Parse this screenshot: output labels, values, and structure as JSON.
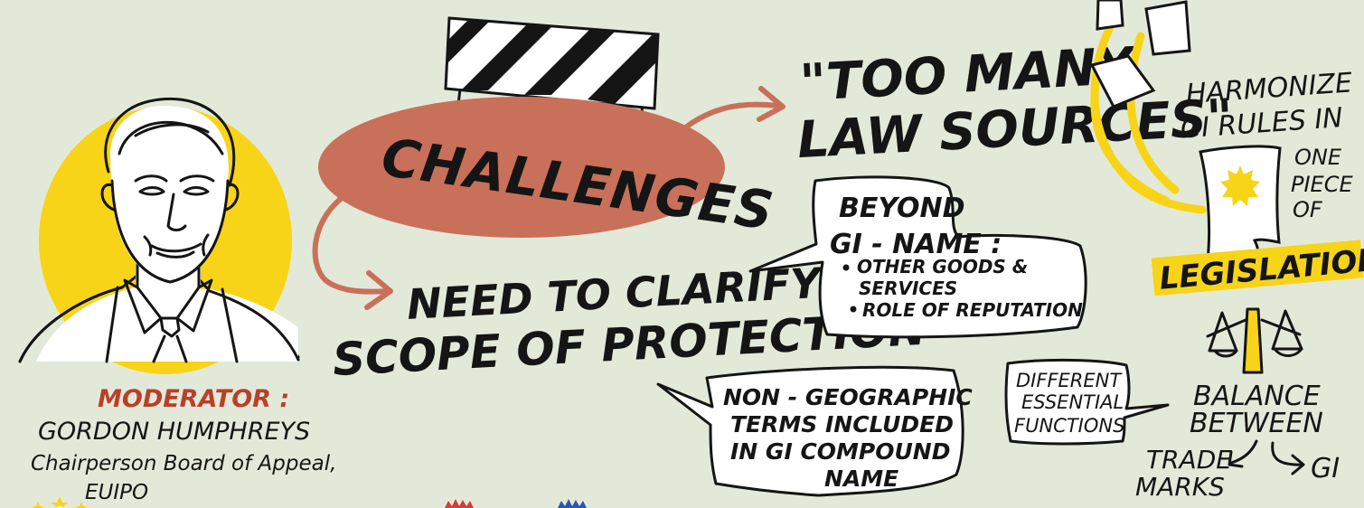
{
  "colors": {
    "background": "#e3e9d8",
    "accent_red": "#c9705a",
    "accent_yellow": "#f7d417",
    "ink": "#151515",
    "moderator_label": "#b8402a"
  },
  "icons": [
    "barrier-icon",
    "portrait-illustration",
    "documents-icon",
    "scroll-seal-icon",
    "scales-icon"
  ],
  "moderator": {
    "label": "MODERATOR :",
    "name": "GORDON HUMPHREYS",
    "role": "Chairperson Board of Appeal,",
    "org": "EUIPO"
  },
  "challenges": {
    "title": "CHALLENGES"
  },
  "law_sources": {
    "line1": "\"TOO MANY",
    "line2": "LAW SOURCES\""
  },
  "clarify": {
    "line1": "NEED TO CLARIFY",
    "line2": "SCOPE OF PROTECTION"
  },
  "beyond_bubble": {
    "line1": "BEYOND",
    "line2": "GI - NAME :",
    "bullets": [
      "OTHER GOODS &",
      "SERVICES",
      "ROLE OF REPUTATION"
    ]
  },
  "non_geo_bubble": {
    "lines": [
      "NON - GEOGRAPHIC",
      "TERMS INCLUDED",
      "IN GI COMPOUND",
      "NAME"
    ]
  },
  "harmonize": {
    "lines": [
      "HARMONIZE",
      "GI RULES IN"
    ],
    "side_lines": [
      "ONE",
      "PIECE",
      "OF"
    ],
    "banner": "LEGISLATION"
  },
  "functions_bubble": {
    "lines": [
      "DIFFERENT",
      "ESSENTIAL",
      "FUNCTIONS"
    ]
  },
  "balance": {
    "line1": "BALANCE",
    "line2": "BETWEEN",
    "left1": "TRADE",
    "left2": "MARKS",
    "right": "GI"
  }
}
